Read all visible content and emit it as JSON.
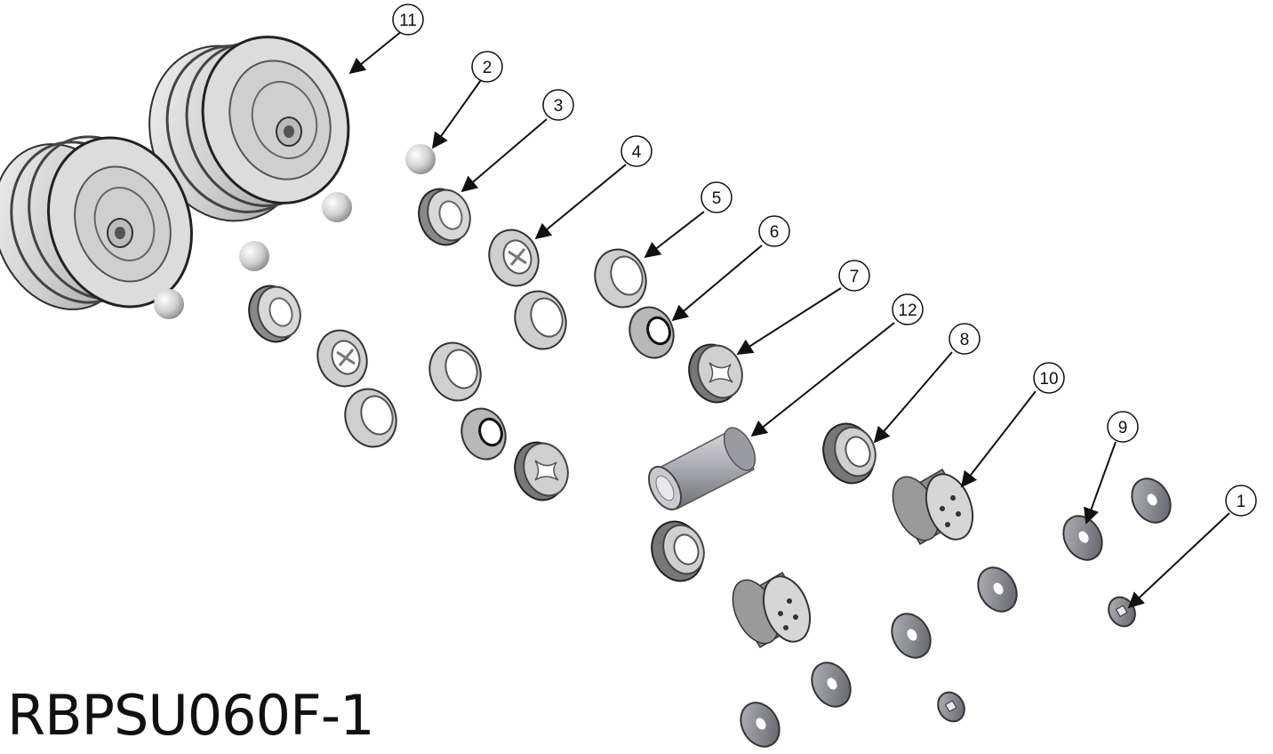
{
  "title": "RBPSU060F-1",
  "callouts": [
    {
      "id": "callout-11",
      "label": "11"
    },
    {
      "id": "callout-2",
      "label": "2"
    },
    {
      "id": "callout-3",
      "label": "3"
    },
    {
      "id": "callout-4",
      "label": "4"
    },
    {
      "id": "callout-5",
      "label": "5"
    },
    {
      "id": "callout-6",
      "label": "6"
    },
    {
      "id": "callout-7",
      "label": "7"
    },
    {
      "id": "callout-12",
      "label": "12"
    },
    {
      "id": "callout-8",
      "label": "8"
    },
    {
      "id": "callout-10",
      "label": "10"
    },
    {
      "id": "callout-9",
      "label": "9"
    },
    {
      "id": "callout-1",
      "label": "1"
    }
  ]
}
